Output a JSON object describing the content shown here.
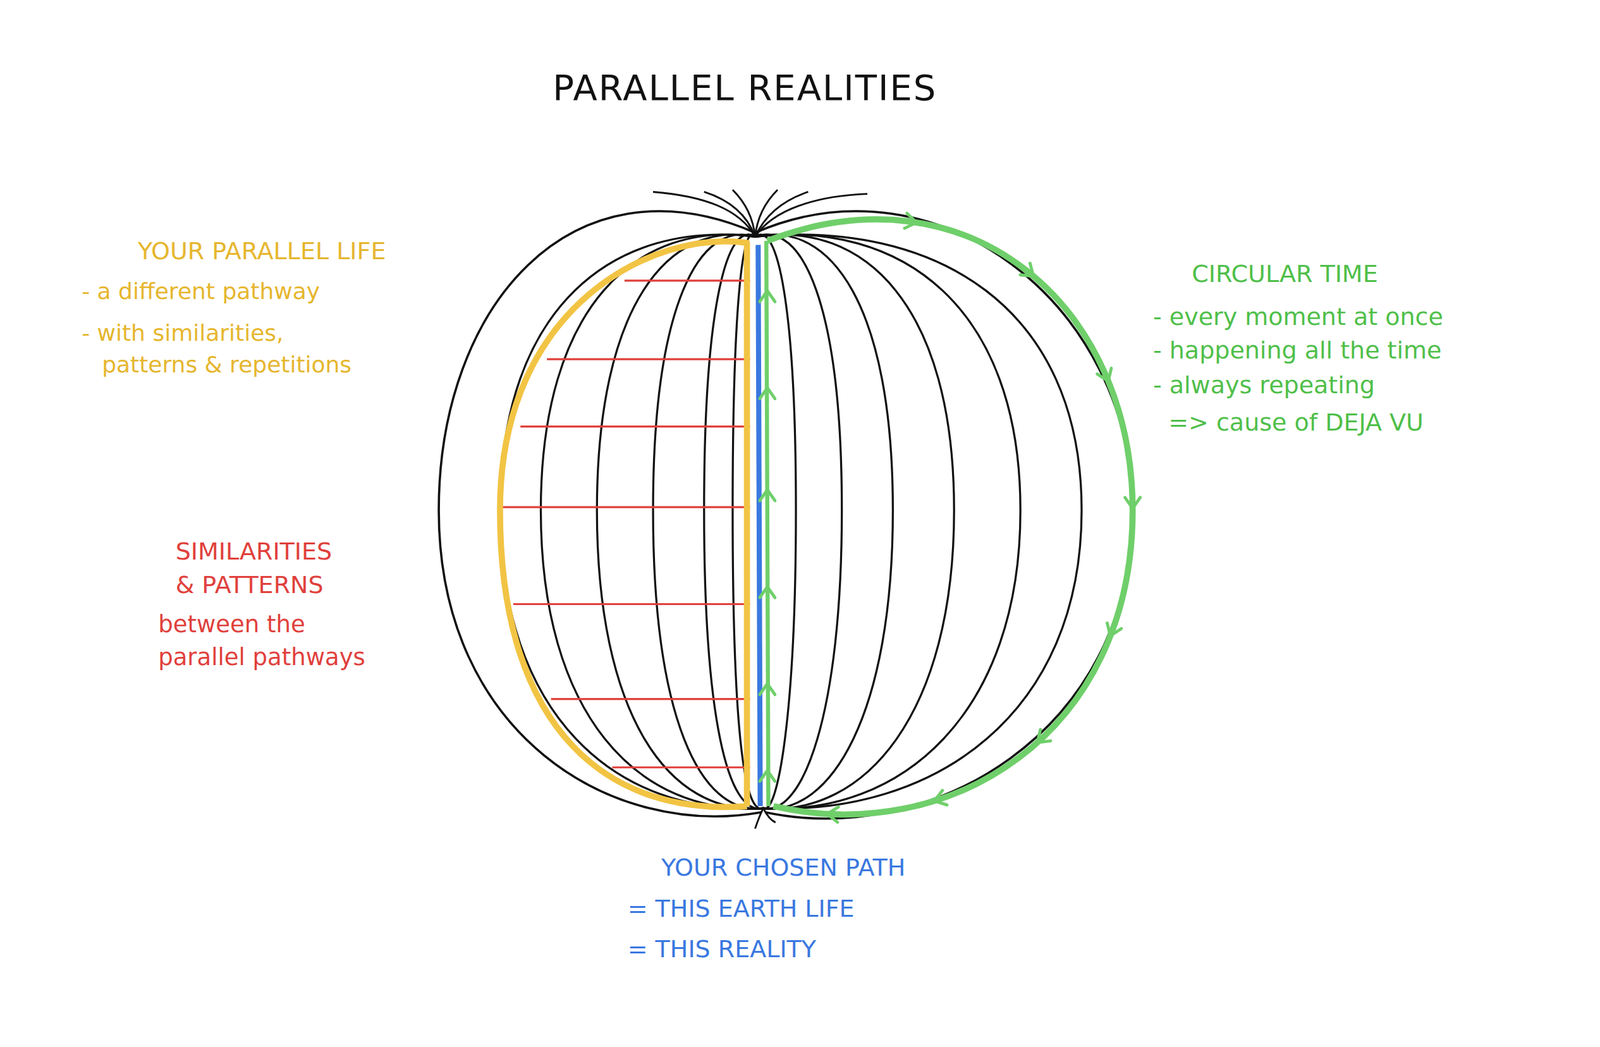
{
  "diagram": {
    "title": "PARALLEL REALITIES",
    "labels": [
      "YOUR PARALLEL LIFE",
      "- a different pathway",
      "- with similarities, patterns & repetitions",
      "SIMILARITIES & PATTERNS",
      "between the parallel pathways",
      "CIRCULAR TIME",
      "- every moment at once",
      "- happening all the time",
      "- always repeating",
      "=> cause of DEJA VU",
      "YOUR CHOSEN PATH",
      "= THIS EARTH LIFE",
      "= THIS REALITY"
    ]
  }
}
